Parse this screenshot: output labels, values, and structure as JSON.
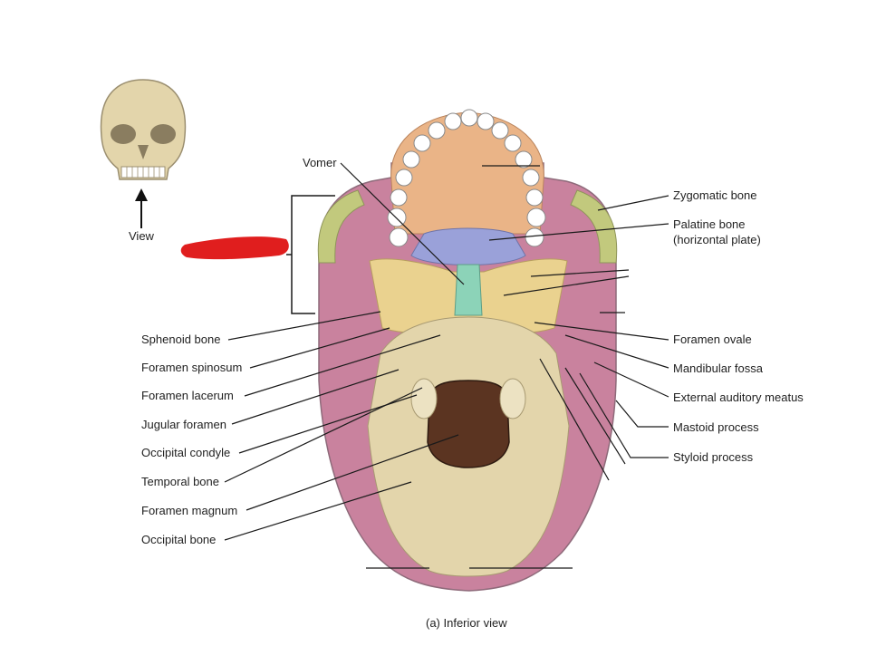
{
  "thumbnail": {
    "view_label": "View"
  },
  "labels": {
    "vomer": "Vomer",
    "zygomatic_bone": "Zygomatic bone",
    "palatine_bone_1": "Palatine bone",
    "palatine_bone_2": "(horizontal plate)",
    "sphenoid_bone": "Sphenoid bone",
    "foramen_spinosum": "Foramen spinosum",
    "foramen_lacerum": "Foramen lacerum",
    "jugular_foramen": "Jugular foramen",
    "occipital_condyle": "Occipital condyle",
    "temporal_bone": "Temporal bone",
    "foramen_magnum": "Foramen magnum",
    "occipital_bone": "Occipital bone",
    "foramen_ovale": "Foramen ovale",
    "mandibular_fossa": "Mandibular fossa",
    "external_auditory_meatus": "External auditory meatus",
    "mastoid_process": "Mastoid process",
    "styloid_process": "Styloid process"
  },
  "caption": "(a) Inferior view",
  "colors": {
    "occipital": "#e3d5ab",
    "temporal": "#c9829e",
    "sphenoid": "#ead28f",
    "maxilla": "#eab487",
    "palatine": "#9aa1d9",
    "zygomatic": "#c2c97d",
    "vomer": "#8cd3b8",
    "foramen_magnum": "#5b3421",
    "redaction": "#e01e1e",
    "leader": "#1a1a1a"
  }
}
